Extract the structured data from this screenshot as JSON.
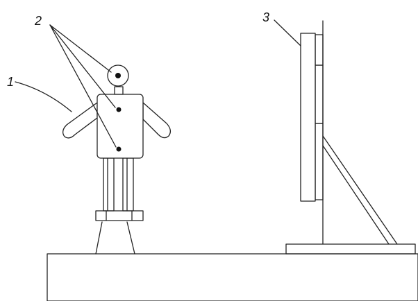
{
  "labels": {
    "mannequin": "1",
    "sensors": "2",
    "panel": "3"
  },
  "colors": {
    "stroke": "#222222",
    "dot": "#111111",
    "background": "#ffffff"
  }
}
